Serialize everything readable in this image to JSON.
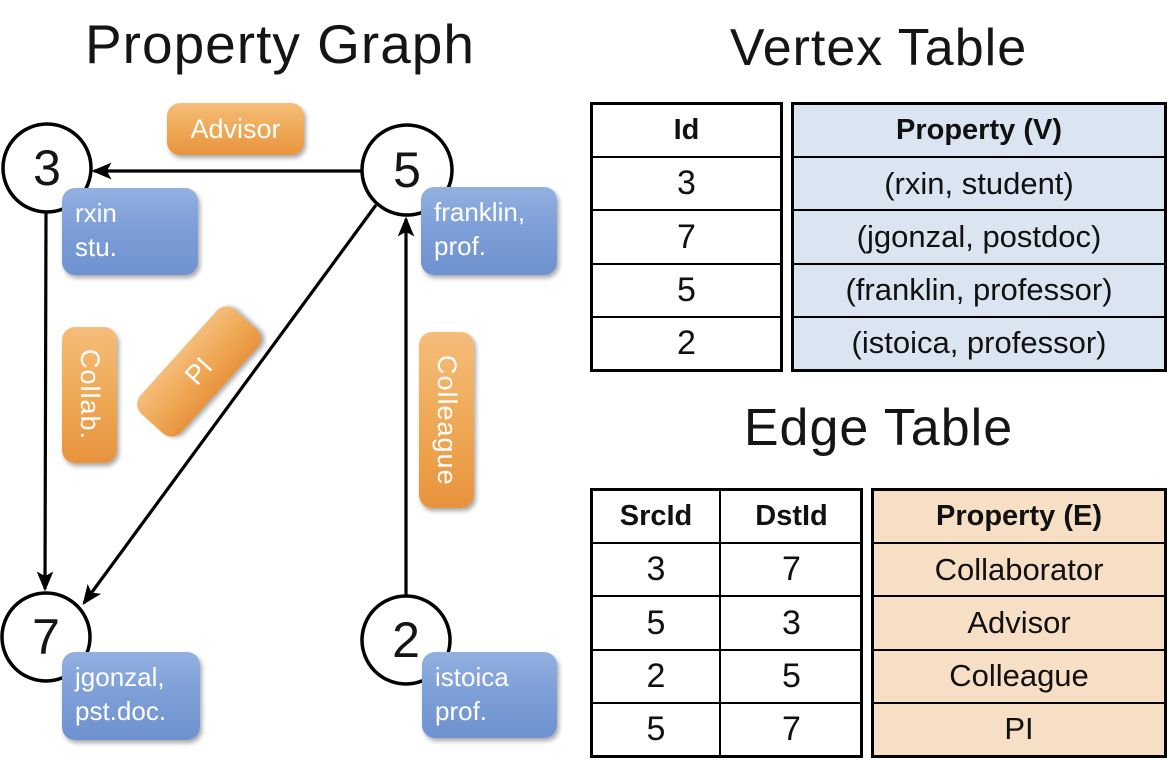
{
  "graph": {
    "title": "Property Graph",
    "vertices": [
      {
        "id": "3",
        "line1": "rxin",
        "line2": "stu."
      },
      {
        "id": "5",
        "line1": "franklin,",
        "line2": "prof."
      },
      {
        "id": "7",
        "line1": "jgonzal,",
        "line2": "pst.doc."
      },
      {
        "id": "2",
        "line1": "istoica",
        "line2": "prof."
      }
    ],
    "edge_labels": {
      "advisor": "Advisor",
      "collab": "Collab.",
      "pi": "PI",
      "colleague": "Colleague"
    }
  },
  "vertex_table": {
    "title": "Vertex Table",
    "headers": {
      "id": "Id",
      "property": "Property (V)"
    },
    "rows": [
      {
        "id": "3",
        "property": "(rxin, student)"
      },
      {
        "id": "7",
        "property": "(jgonzal, postdoc)"
      },
      {
        "id": "5",
        "property": "(franklin, professor)"
      },
      {
        "id": "2",
        "property": "(istoica, professor)"
      }
    ]
  },
  "edge_table": {
    "title": "Edge Table",
    "headers": {
      "src": "SrcId",
      "dst": "DstId",
      "property": "Property (E)"
    },
    "rows": [
      {
        "src": "3",
        "dst": "7",
        "property": "Collaborator"
      },
      {
        "src": "5",
        "dst": "3",
        "property": "Advisor"
      },
      {
        "src": "2",
        "dst": "5",
        "property": "Colleague"
      },
      {
        "src": "5",
        "dst": "7",
        "property": "PI"
      }
    ]
  },
  "colors": {
    "vertex_property_bg": "#dbe5f1",
    "edge_property_bg": "#f6dfc5",
    "orange_top": "#f5bd7b",
    "orange_bottom": "#e8933e",
    "blue_top": "#93b0e0",
    "blue_bottom": "#6e92cf",
    "line": "#000000"
  }
}
